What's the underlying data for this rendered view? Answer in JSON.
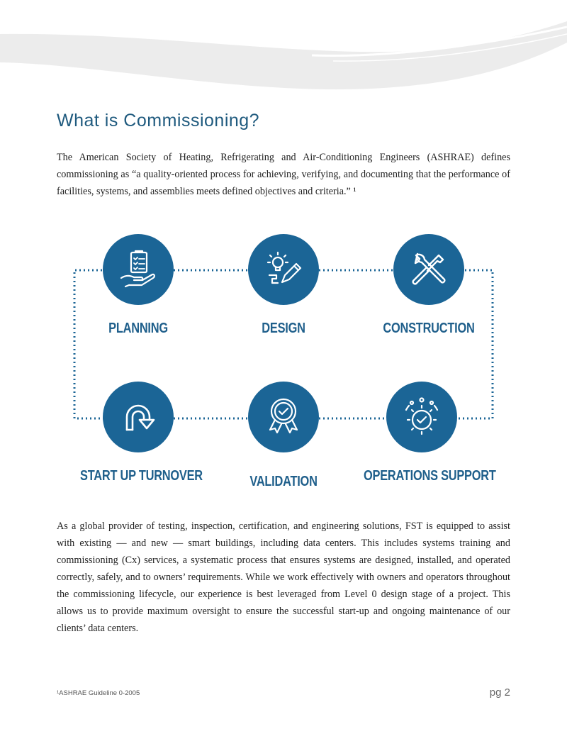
{
  "heading": "What is Commissioning?",
  "intro": "The American Society of Heating, Refrigerating and Air-Conditioning Engineers (ASHRAE) defines commissioning as “a quality-oriented process for achieving, verifying, and documenting that the performance of facilities, systems, and assemblies meets defined objectives and criteria.” ¹",
  "steps": [
    {
      "label": "PLANNING",
      "icon": "clipboard-hand-icon"
    },
    {
      "label": "DESIGN",
      "icon": "lightbulb-pencil-icon"
    },
    {
      "label": "CONSTRUCTION",
      "icon": "wrench-hammer-icon"
    },
    {
      "label": "START UP TURNOVER",
      "icon": "circular-arrow-icon"
    },
    {
      "label": "VALIDATION",
      "icon": "award-check-icon"
    },
    {
      "label": "OPERATIONS SUPPORT",
      "icon": "gear-check-icon"
    }
  ],
  "body": "As a global provider of testing, inspection, certification, and engineering solutions, FST is equipped to assist with existing — and new — smart buildings, including data centers. This includes systems training and commissioning (Cx) services, a systematic process that ensures systems are designed, installed, and operated correctly, safely, and to owners’ requirements. While we work effectively with owners and operators throughout the commissioning lifecycle, our experience is best leveraged from Level 0 design stage of a project. This allows us to provide maximum oversight to ensure the successful start-up and ongoing maintenance of our clients’ data centers.",
  "footnote": "¹ASHRAE Guideline 0-2005",
  "page_number": "pg 2",
  "colors": {
    "accent": "#1b6596",
    "heading": "#1f5a7e"
  }
}
